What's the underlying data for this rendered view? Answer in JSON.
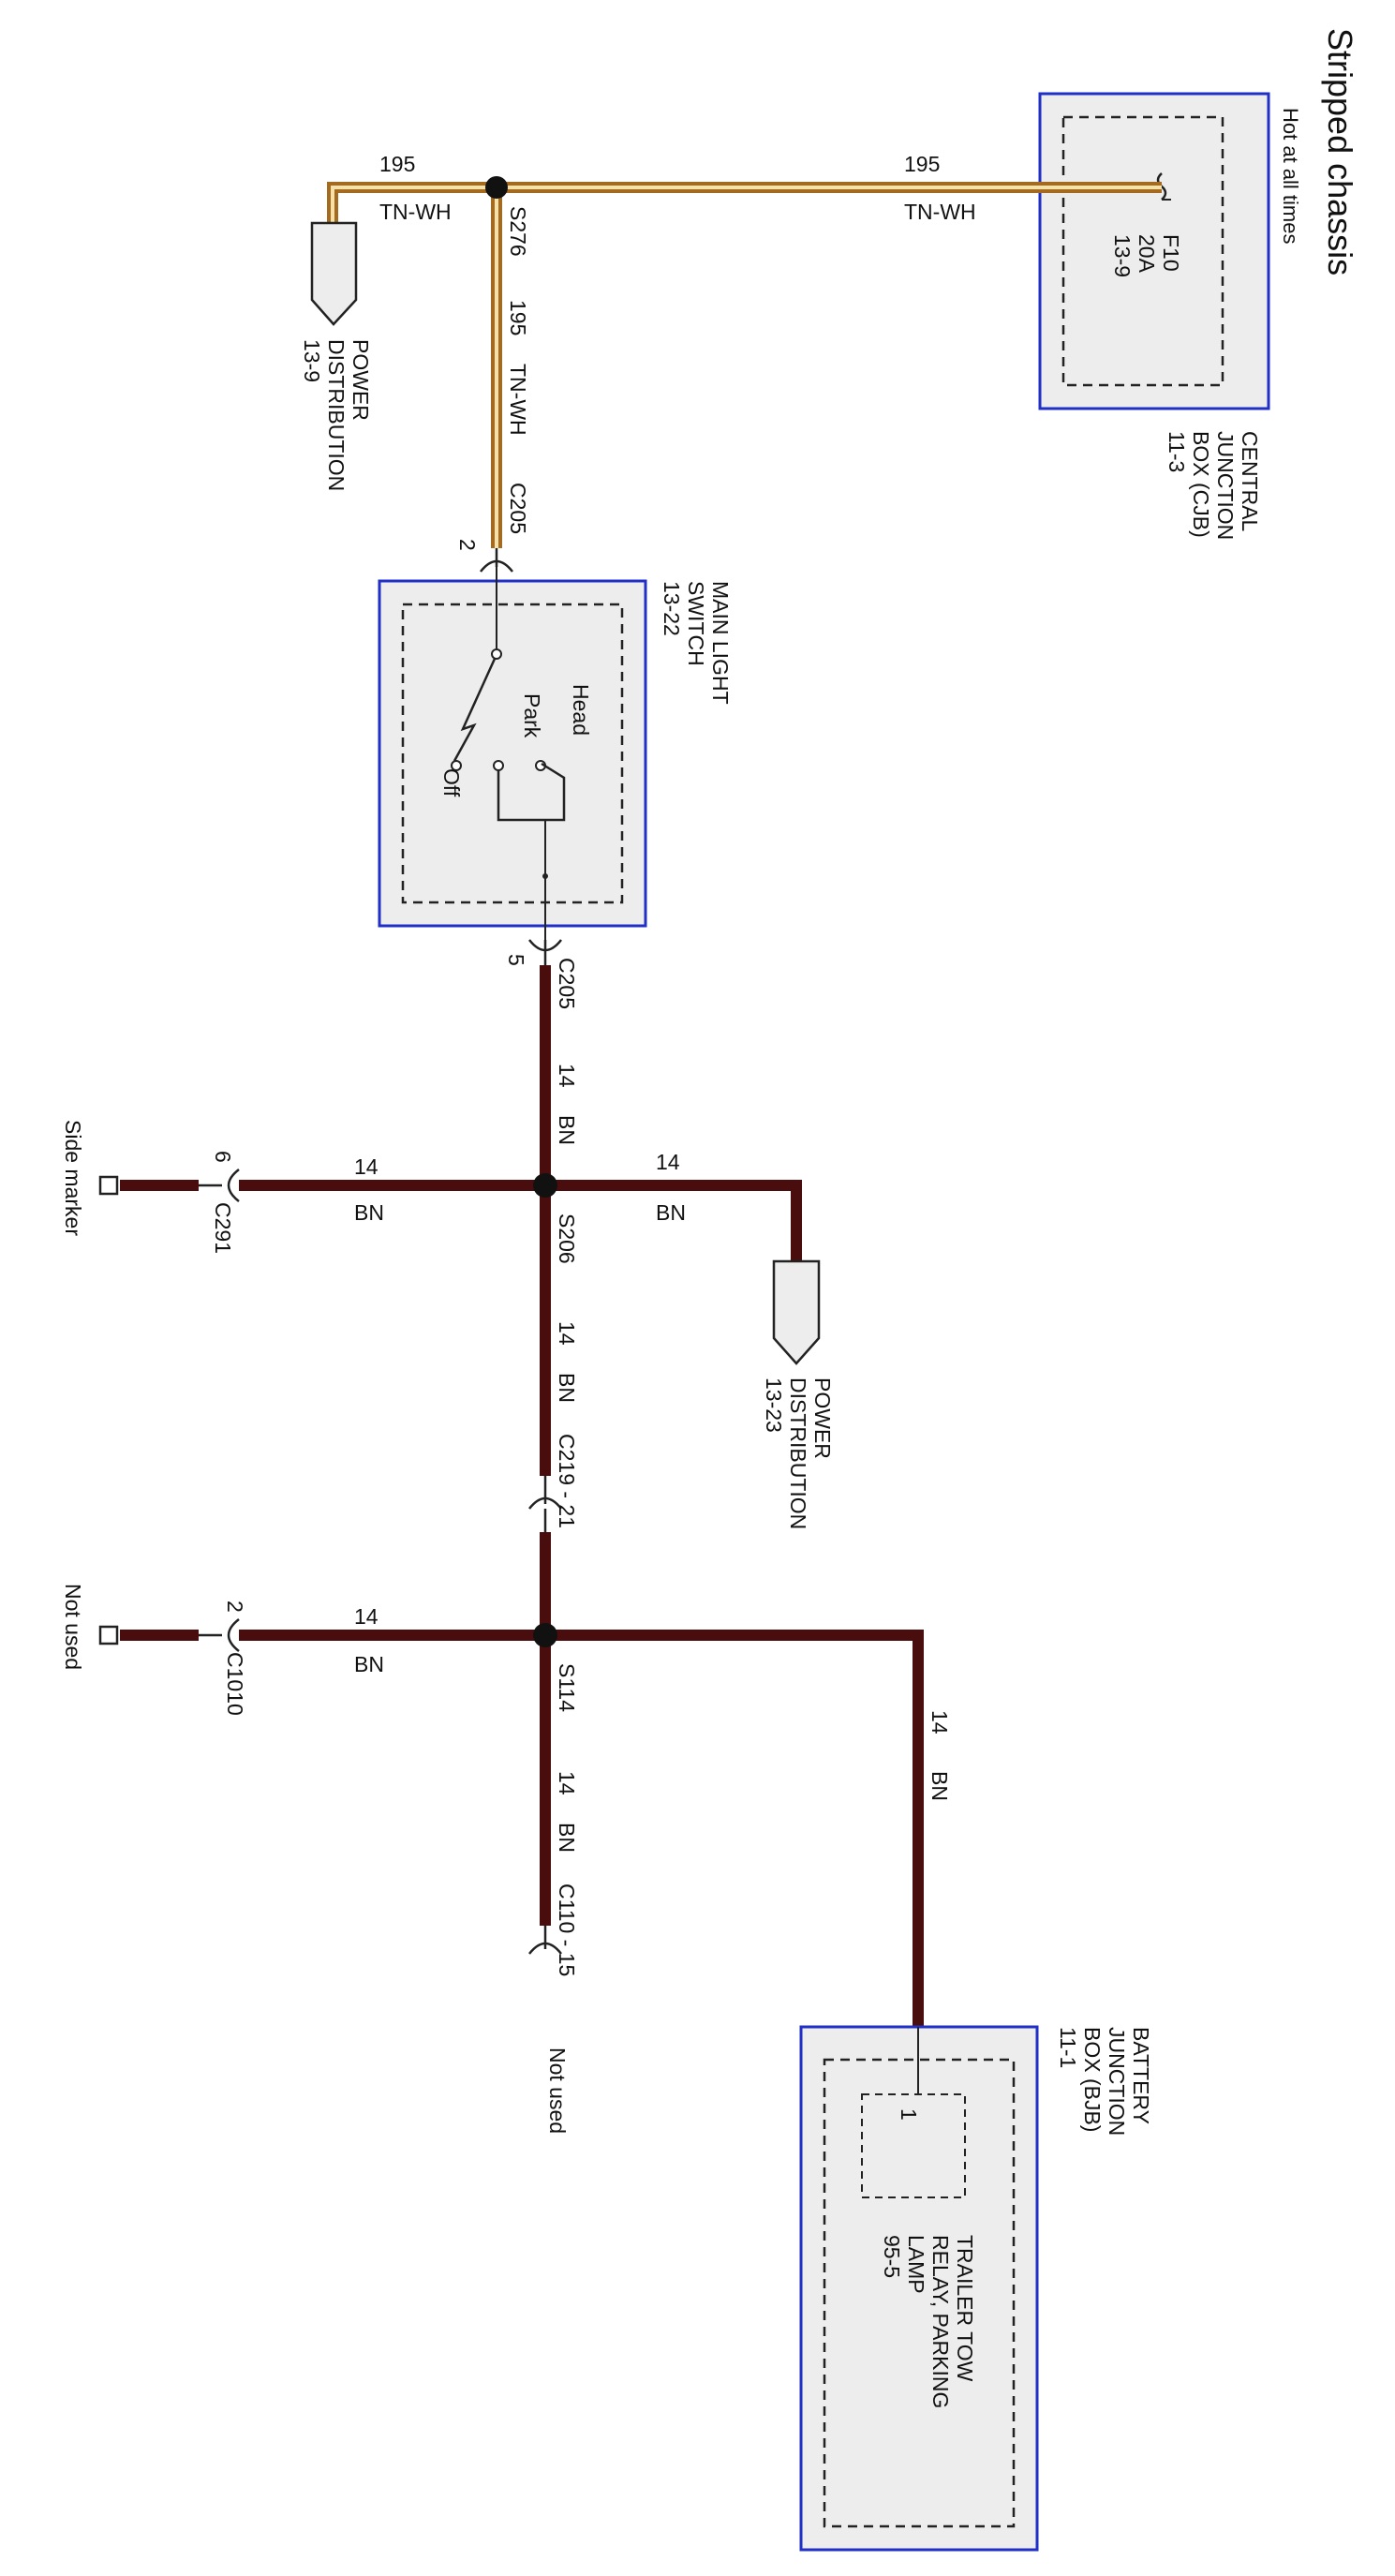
{
  "title": "Stripped chassis",
  "subtitle": "Hot at all times",
  "colors": {
    "tn_wh_outer": "#a36a20",
    "tn_wh_inner": "#f6e2a8",
    "bn_wire": "#4a0d0d",
    "module_border": "#1f2fc8",
    "module_fill": "#ededed"
  },
  "modules": {
    "cjb": {
      "name": [
        "CENTRAL",
        "JUNCTION",
        "BOX (CJB)",
        "11-3"
      ],
      "fuse": [
        "F10",
        "20A",
        "13-9"
      ]
    },
    "mls": {
      "name": [
        "MAIN LIGHT",
        "SWITCH",
        "13-22"
      ],
      "positions": {
        "head": "Head",
        "park": "Park",
        "off": "Off"
      }
    },
    "bjb": {
      "name": [
        "BATTERY",
        "JUNCTION",
        "BOX (BJB)",
        "11-1"
      ],
      "relay": [
        "TRAILER TOW",
        "RELAY, PARKING",
        "LAMP",
        "95-5"
      ],
      "pin": "1"
    }
  },
  "power_distribution": {
    "top": [
      "POWER",
      "DISTRIBUTION",
      "13-9"
    ],
    "mid": [
      "POWER",
      "DISTRIBUTION",
      "13-23"
    ]
  },
  "wires": {
    "top_right": {
      "circuit": "195",
      "color": "TN-WH"
    },
    "top_left": {
      "circuit": "195",
      "color": "TN-WH"
    },
    "vertical_tn": {
      "circuit": "195",
      "color": "TN-WH"
    },
    "c205_to_s206": {
      "circuit": "14",
      "color": "BN"
    },
    "s206_left": {
      "circuit": "14",
      "color": "BN"
    },
    "s206_right": {
      "circuit": "14",
      "color": "BN"
    },
    "s206_to_c219": {
      "circuit": "14",
      "color": "BN"
    },
    "s114_left": {
      "circuit": "14",
      "color": "BN"
    },
    "s114_right": {
      "circuit": "14",
      "color": "BN"
    },
    "s114_to_c110": {
      "circuit": "14",
      "color": "BN"
    }
  },
  "splices": {
    "s276": "S276",
    "s206": "S206",
    "s114": "S114"
  },
  "connectors": {
    "c205_top": {
      "id": "C205",
      "pin": "2"
    },
    "c205_bottom": {
      "id": "C205",
      "pin": "5"
    },
    "c291": {
      "id": "C291",
      "pin": "6"
    },
    "c219": {
      "id": "C219 - 21"
    },
    "c1010": {
      "id": "C1010",
      "pin": "2"
    },
    "c110": {
      "id": "C110 - 15"
    }
  },
  "endpoints": {
    "side_marker": "Side marker",
    "not_used_left": "Not used",
    "not_used_bottom": "Not used"
  }
}
